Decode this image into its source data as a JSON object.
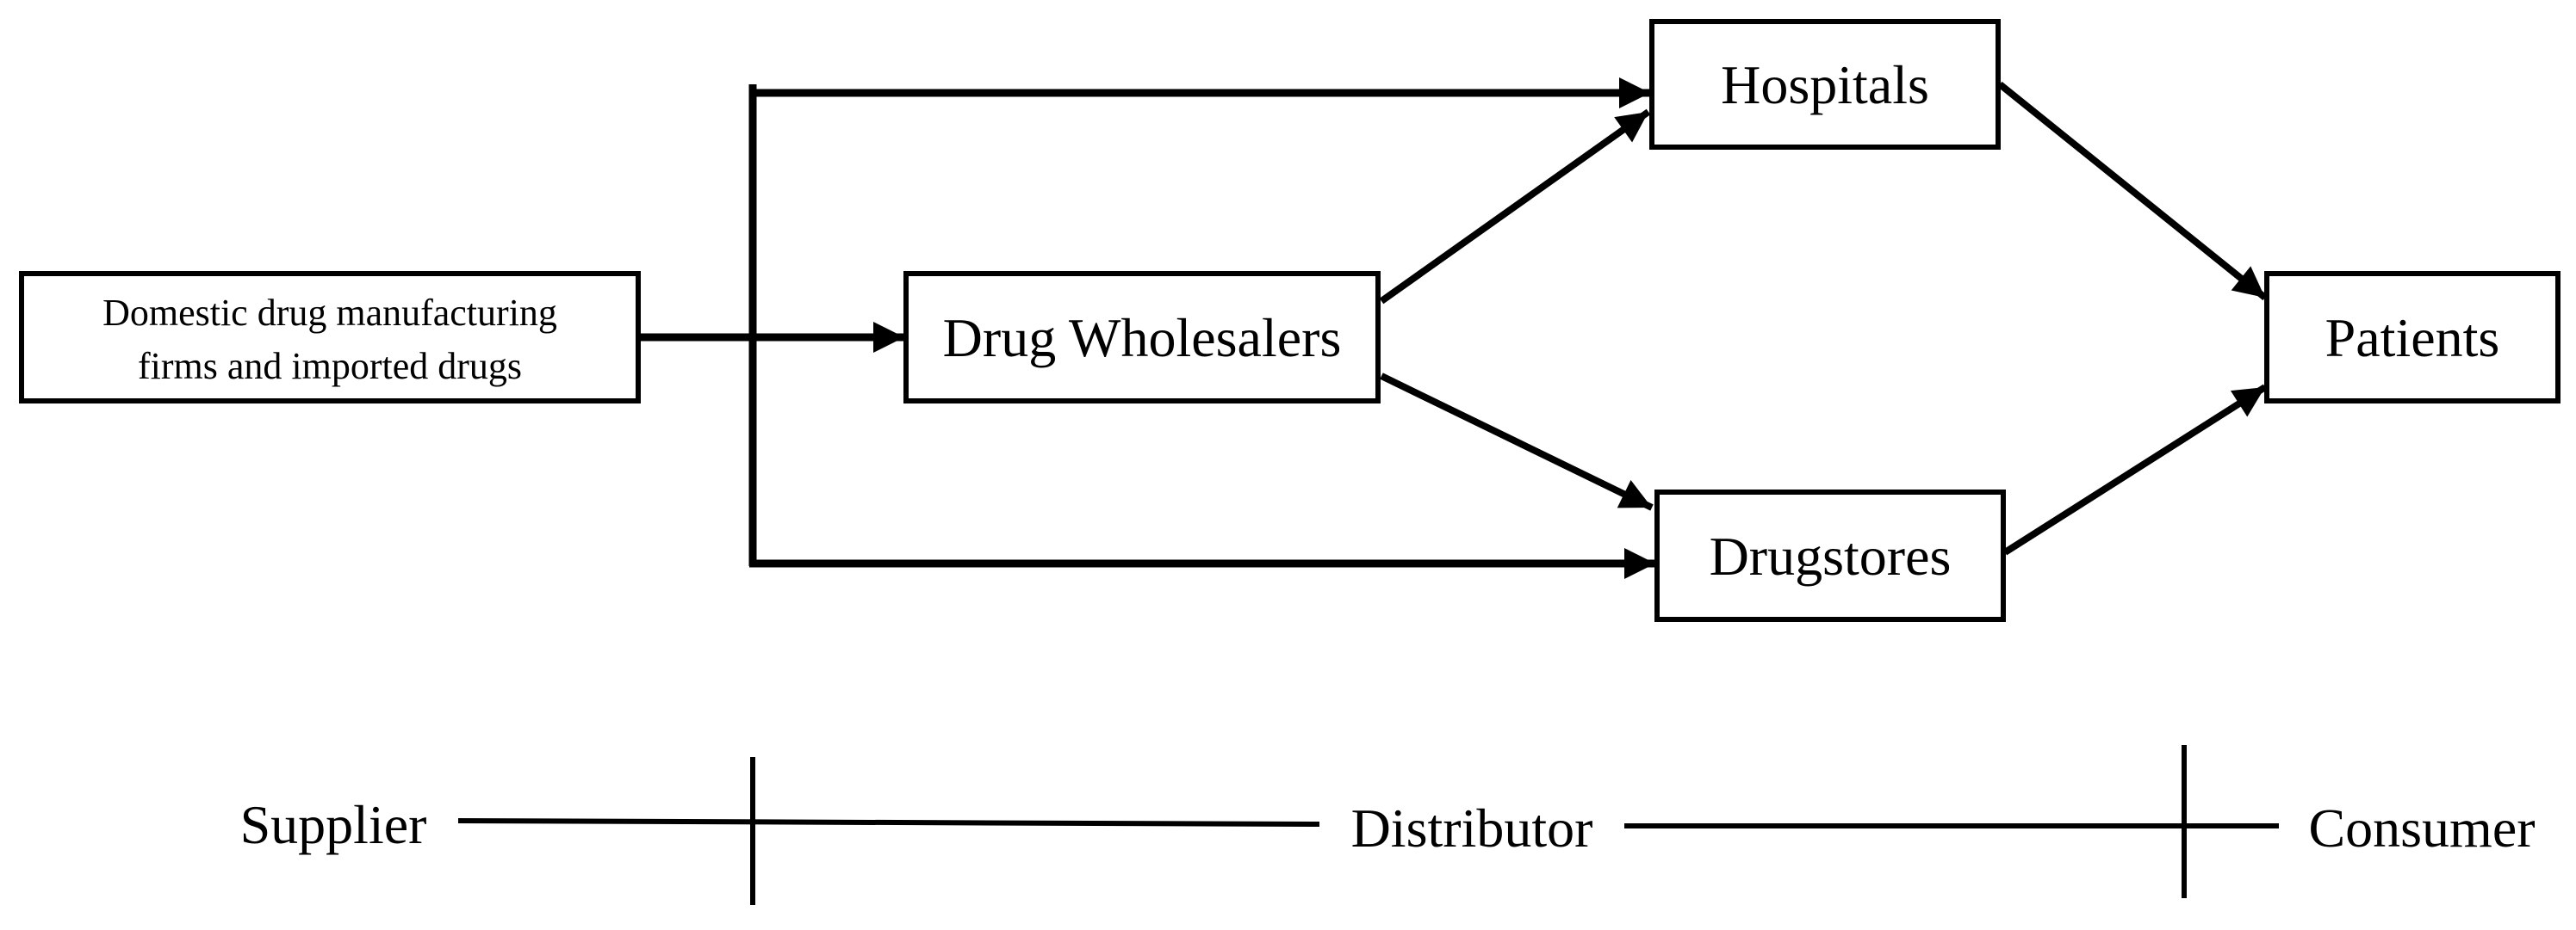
{
  "diagram": {
    "nodes": {
      "supplier_source": {
        "line1": "Domestic drug manufacturing",
        "line2": "firms and imported drugs"
      },
      "wholesalers": {
        "label": "Drug Wholesalers"
      },
      "hospitals": {
        "label": "Hospitals"
      },
      "drugstores": {
        "label": "Drugstores"
      },
      "patients": {
        "label": "Patients"
      }
    },
    "edges": [
      {
        "from": "supplier_source",
        "to": "wholesalers"
      },
      {
        "from": "supplier_source",
        "to": "hospitals"
      },
      {
        "from": "supplier_source",
        "to": "drugstores"
      },
      {
        "from": "wholesalers",
        "to": "hospitals"
      },
      {
        "from": "wholesalers",
        "to": "drugstores"
      },
      {
        "from": "hospitals",
        "to": "patients"
      },
      {
        "from": "drugstores",
        "to": "patients"
      }
    ],
    "stages": {
      "supplier": "Supplier",
      "distributor": "Distributor",
      "consumer": "Consumer"
    },
    "colors": {
      "stroke": "#000000",
      "background": "#ffffff"
    }
  }
}
